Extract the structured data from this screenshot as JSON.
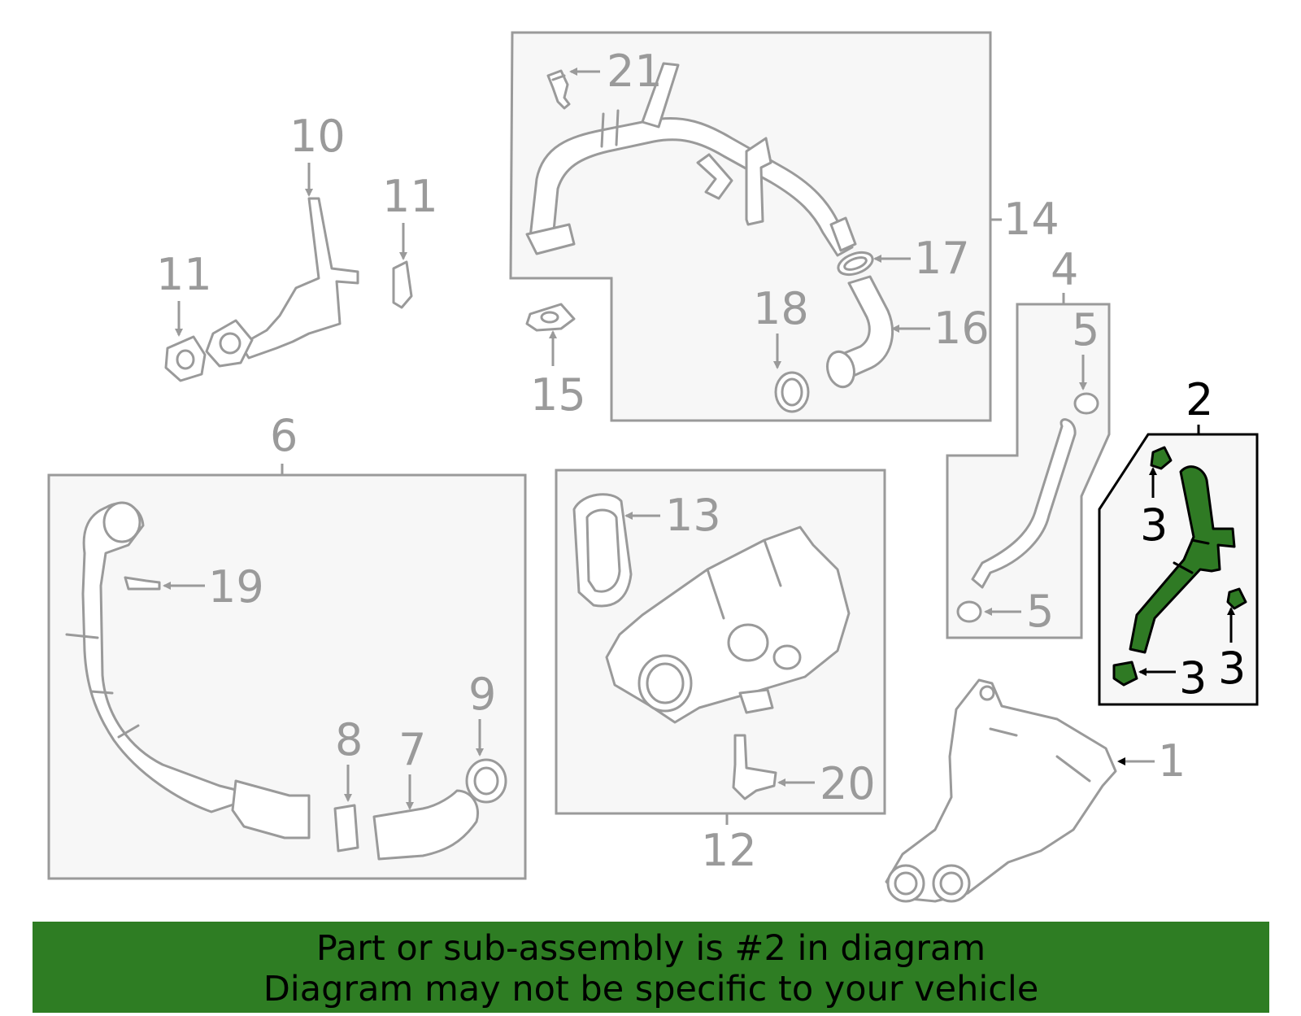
{
  "diagram": {
    "highlight_color": "#2e7d23",
    "callouts": {
      "c1": "1",
      "c2": "2",
      "c3a": "3",
      "c3b": "3",
      "c3c": "3",
      "c4": "4",
      "c5a": "5",
      "c5b": "5",
      "c6": "6",
      "c7": "7",
      "c8": "8",
      "c9": "9",
      "c10": "10",
      "c11a": "11",
      "c11b": "11",
      "c12": "12",
      "c13": "13",
      "c14": "14",
      "c15": "15",
      "c16": "16",
      "c17": "17",
      "c18": "18",
      "c19": "19",
      "c20": "20",
      "c21": "21"
    }
  },
  "banner": {
    "line1": "Part or sub-assembly is #2 in diagram",
    "line2": "Diagram may not be specific to your vehicle"
  }
}
